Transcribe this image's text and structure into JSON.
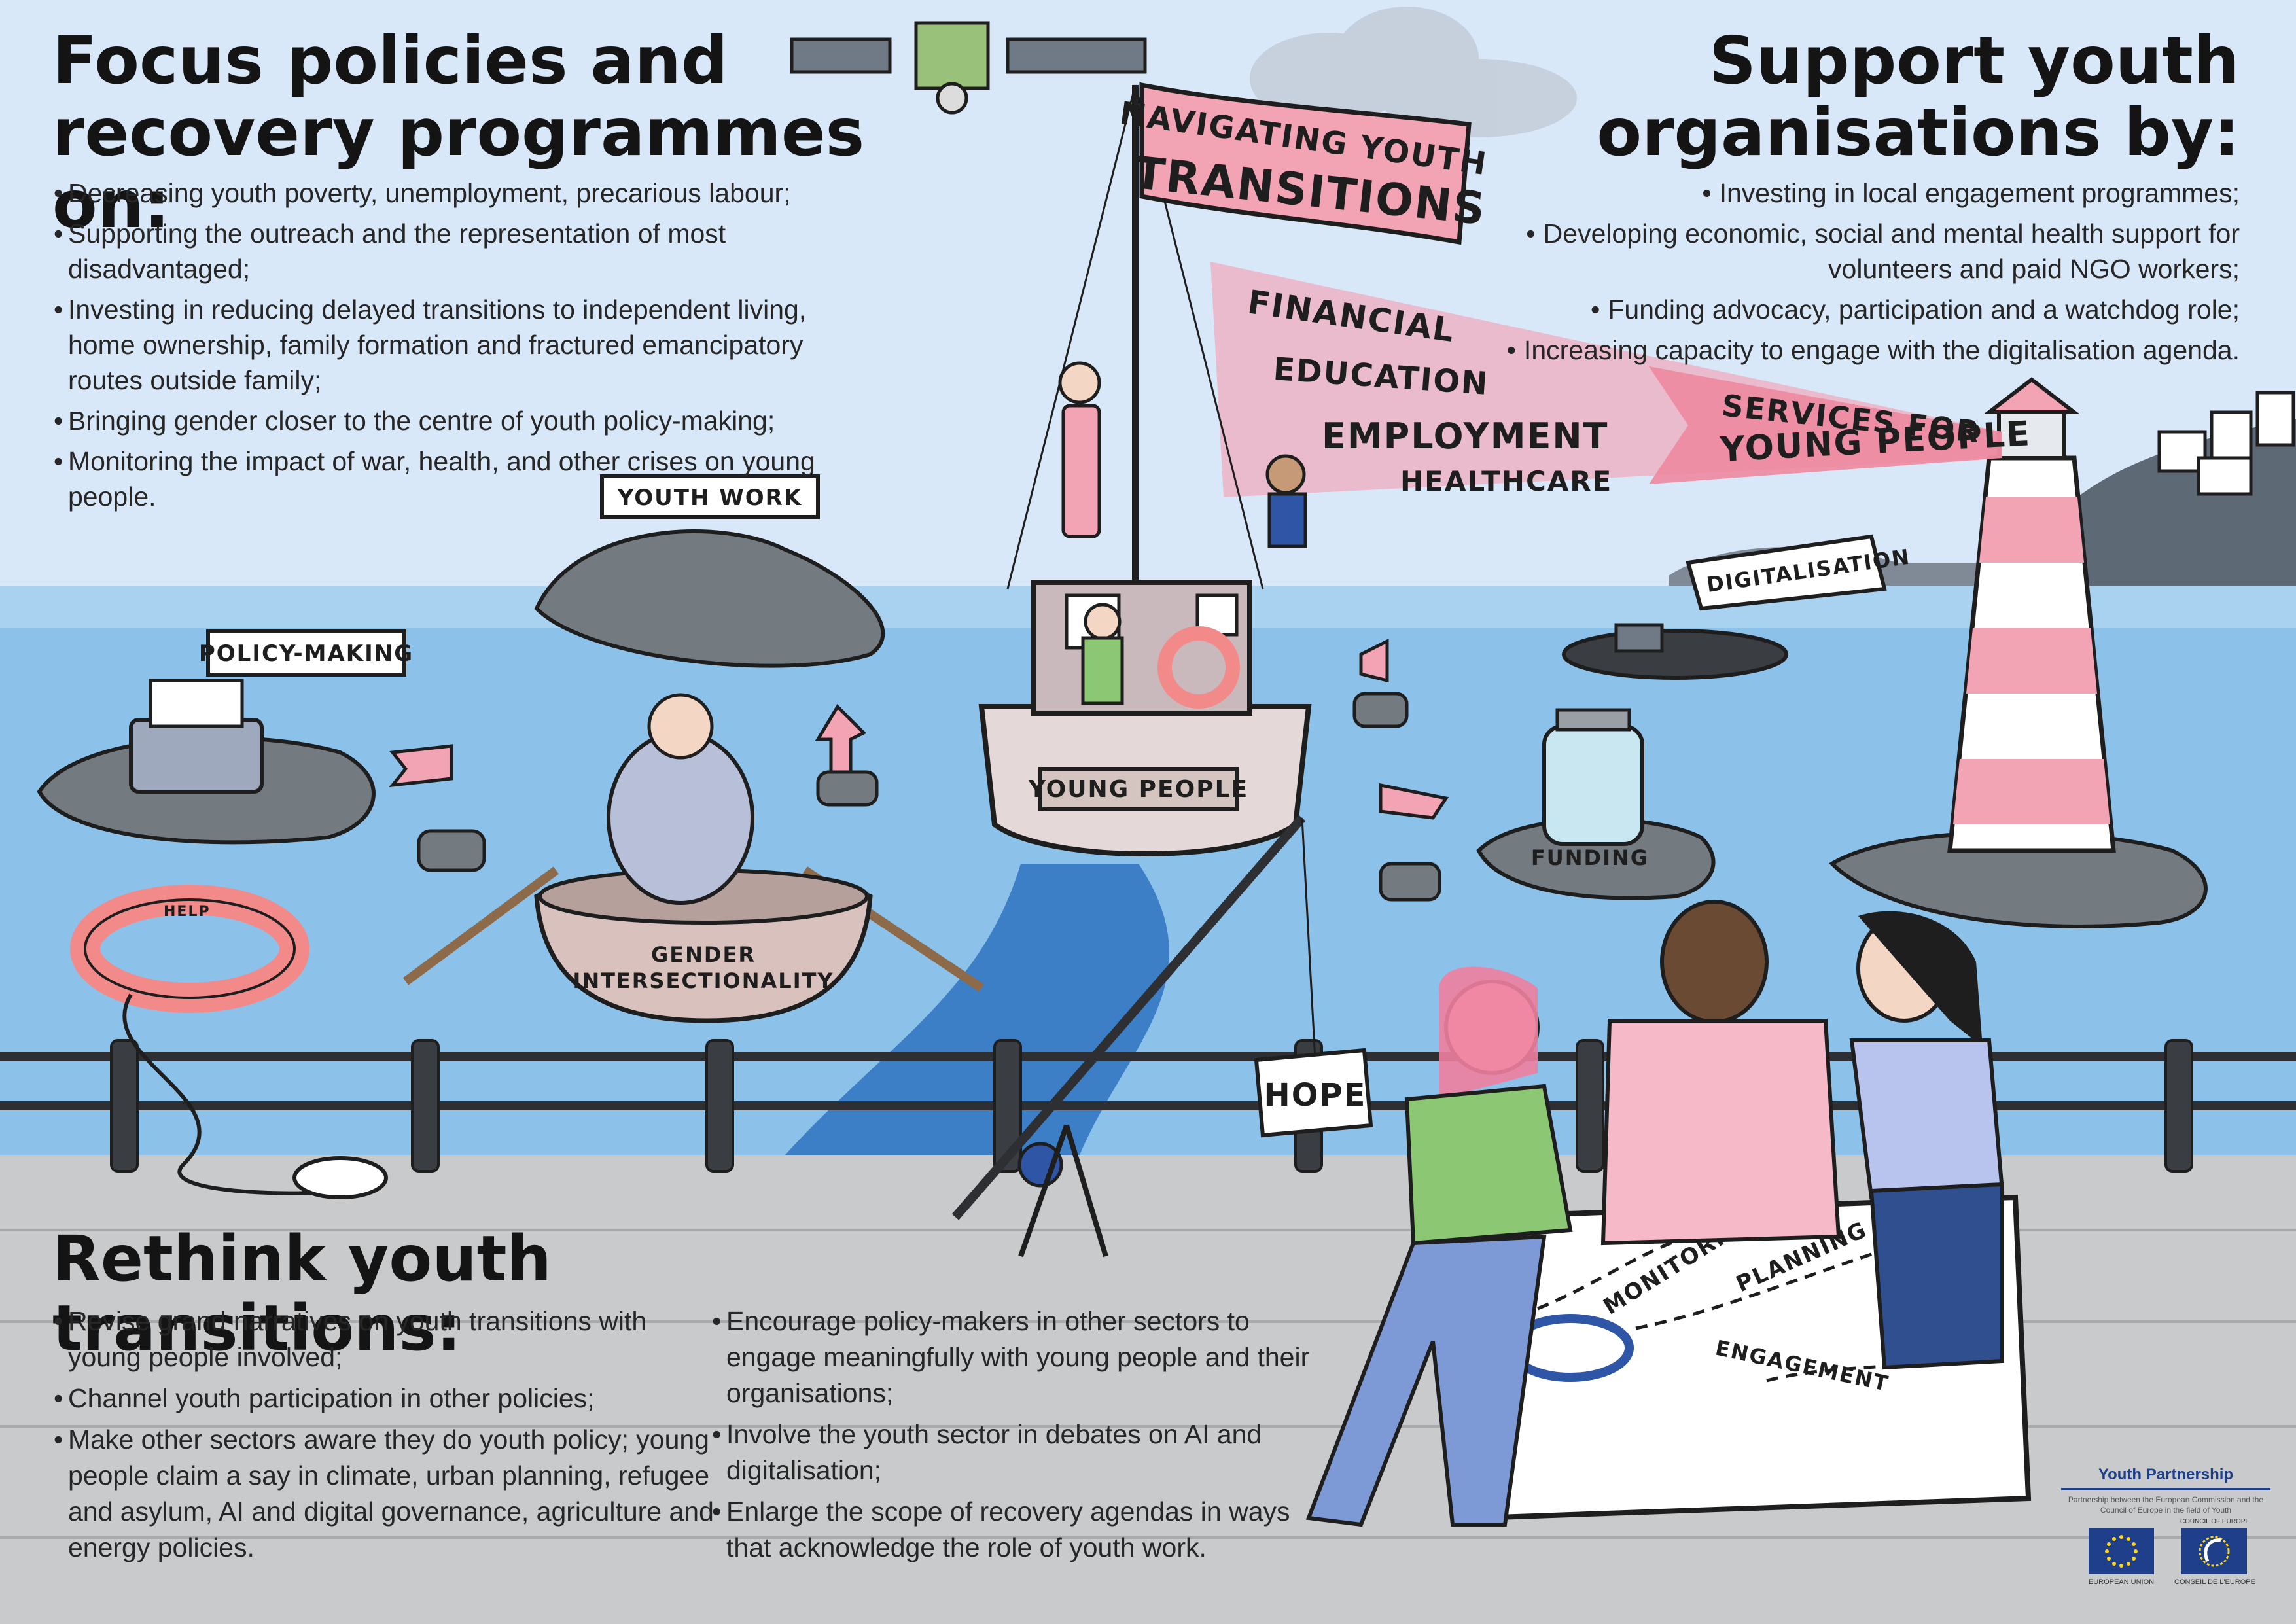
{
  "focus": {
    "heading_line1": "Focus policies and",
    "heading_line2": "recovery programmes on:",
    "items": [
      "Decreasing youth poverty, unemployment, precarious labour;",
      "Supporting the outreach and the representation of most disadvantaged;",
      "Investing in reducing delayed transitions to independent living, home ownership, family formation and fractured emancipatory routes outside family;",
      "Bringing gender closer to the centre of youth policy-making;",
      "Monitoring the impact of war, health, and other crises on young people."
    ]
  },
  "support": {
    "heading_line1": "Support youth",
    "heading_line2": "organisations by:",
    "items": [
      "Investing in local engagement programmes;",
      "Developing economic, social and mental health support for volunteers and paid NGO workers;",
      "Funding advocacy, participation and a watchdog role;",
      "Increasing capacity to engage with the digitalisation agenda."
    ]
  },
  "rethink": {
    "heading": "Rethink youth transitions:",
    "column1": [
      "Revise grand narratives on youth transitions with young people involved;",
      "Channel youth participation in other policies;",
      "Make other sectors aware they do youth policy; young people claim a say in climate, urban planning, refugee and asylum, AI and digital governance, agriculture and energy policies."
    ],
    "column2": [
      "Encourage policy-makers in other sectors to engage meaningfully with young people and their organisations;",
      "Involve the youth sector in debates on AI and digitalisation;",
      "Enlarge the scope of recovery agendas in ways that acknowledge the role of youth work."
    ]
  },
  "illustration": {
    "banner_line1": "NAVIGATING YOUTH",
    "banner_line2": "TRANSITIONS",
    "beam_labels": [
      "FINANCIAL",
      "EDUCATION",
      "EMPLOYMENT",
      "HEALTHCARE"
    ],
    "services_line1": "SERVICES FOR",
    "services_line2": "YOUNG PEOPLE",
    "youth_work": "YOUTH WORK",
    "policy_making": "POLICY-MAKING",
    "digitalisation": "DIGITALISATION",
    "young_people": "YOUNG PEOPLE",
    "funding": "FUNDING",
    "help": "HELP",
    "boat_line1": "GENDER",
    "boat_line2": "INTERSECTIONALITY",
    "hope": "HOPE",
    "map_labels": [
      "MONITORING",
      "PLANNING",
      "ENGAGEMENT"
    ]
  },
  "logos": {
    "title": "Youth Partnership",
    "subtitle": "Partnership between the European Commission and the Council of Europe in the field of Youth",
    "eu_label": "EUROPEAN UNION",
    "coe_label_top": "COUNCIL OF EUROPE",
    "coe_label": "CONSEIL DE L'EUROPE"
  },
  "colors": {
    "sky": "#d9e8f8",
    "sea": "#8cc2ea",
    "pink_accent": "#f2a3b4",
    "pavement": "#c9cacc",
    "ink": "#1e1e1e"
  }
}
